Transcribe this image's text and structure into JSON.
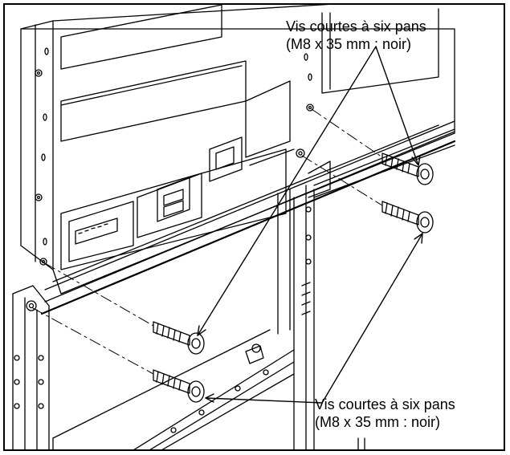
{
  "callouts": {
    "top": {
      "line1": "Vis courtes à six pans",
      "line2": "(M8 x 35 mm : noir)"
    },
    "bottom": {
      "line1": "Vis courtes à six pans",
      "line2": "(M8 x 35 mm : noir)"
    }
  },
  "colors": {
    "line": "#000000",
    "background": "#ffffff"
  },
  "icons": [
    "hex-socket-screw-icon",
    "leader-arrow-icon"
  ]
}
